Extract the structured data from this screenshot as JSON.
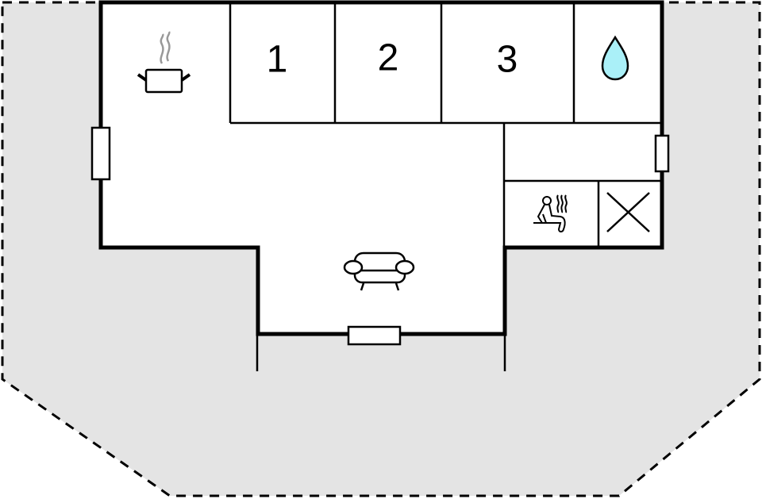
{
  "plan": {
    "type": "floor-plan",
    "colors": {
      "terrace": "#e4e4e4",
      "floor": "#ffffff",
      "wall": "#000000",
      "water_drop": "#aaf0f8",
      "steam": "#999999"
    }
  },
  "rooms": [
    {
      "id": "kitchen",
      "label": "",
      "icon": "cooking-pot-icon"
    },
    {
      "id": "bedroom-1",
      "label": "1",
      "icon": ""
    },
    {
      "id": "bedroom-2",
      "label": "2",
      "icon": ""
    },
    {
      "id": "bedroom-3",
      "label": "3",
      "icon": ""
    },
    {
      "id": "bathroom",
      "label": "",
      "icon": "water-drop-icon"
    },
    {
      "id": "hallway",
      "label": "",
      "icon": ""
    },
    {
      "id": "sauna",
      "label": "",
      "icon": "sauna-icon"
    },
    {
      "id": "technical-room",
      "label": "",
      "icon": "x-cross-icon"
    },
    {
      "id": "living-room",
      "label": "",
      "icon": "sofa-icon"
    }
  ],
  "outdoor": {
    "id": "terrace",
    "label": "",
    "border": "dashed"
  }
}
